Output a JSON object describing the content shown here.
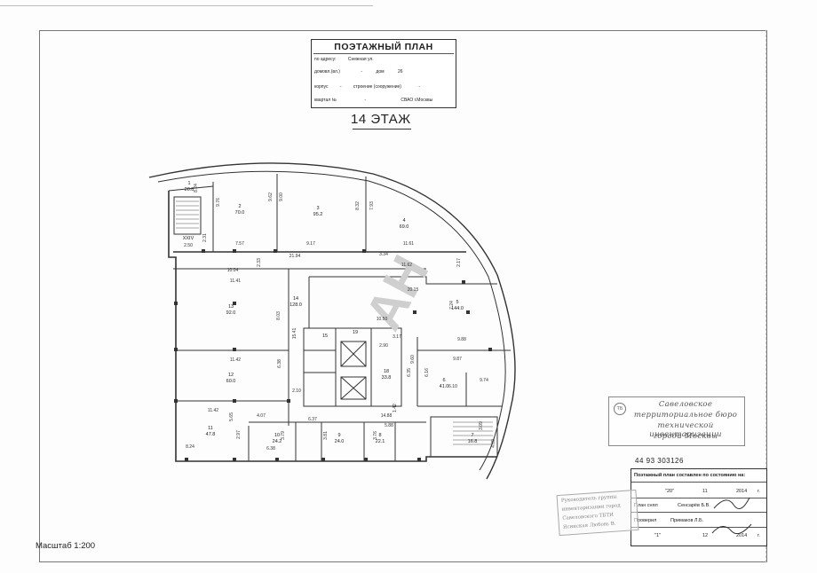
{
  "title_block": {
    "heading": "ПОЭТАЖНЫЙ ПЛАН",
    "address_label": "по адресу:",
    "address_value": "Снежная ул.",
    "house_label": "домовл.(вл.)",
    "house_value": "-",
    "dom_label": "дом",
    "dom_value": "26",
    "korpus_label": "корпус",
    "korpus_value": "-",
    "stroenie_label": "строение (сооружение)",
    "stroenie_value": "-",
    "kvartal_label": "квартал №",
    "kvartal_value": "-",
    "district": "СВАО г.Москвы"
  },
  "floor_label": "14 ЭТАЖ",
  "watermark": "АН",
  "rooms": [
    {
      "num": "1",
      "area": "20.8"
    },
    {
      "num": "2",
      "area": "70.0"
    },
    {
      "num": "3",
      "area": "95.2"
    },
    {
      "num": "4",
      "area": "69.0"
    },
    {
      "num": "5",
      "area": "144.0"
    },
    {
      "num": "6",
      "area": "41.0"
    },
    {
      "num": "7",
      "area": "16.8"
    },
    {
      "num": "8",
      "area": "22.1"
    },
    {
      "num": "9",
      "area": "24.0"
    },
    {
      "num": "10",
      "area": "24.2"
    },
    {
      "num": "11",
      "area": "47.8"
    },
    {
      "num": "12",
      "area": "60.0"
    },
    {
      "num": "13",
      "area": "92.0"
    },
    {
      "num": "14",
      "area": "128.0"
    },
    {
      "num": "15",
      "area": ""
    },
    {
      "num": "18",
      "area": "33.8"
    },
    {
      "num": "19",
      "area": ""
    },
    {
      "num": "XXIV",
      "area": ""
    }
  ],
  "dimensions": [
    "8.24",
    "9.76",
    "9.62",
    "9.00",
    "8.32",
    "7.93",
    "7.57",
    "9.17",
    "11.61",
    "2.50",
    "2.31",
    "2.33",
    "21.94",
    "3.34",
    "2.17",
    "10.04",
    "11.62",
    "11.41",
    "20.15",
    "8.03",
    "15.41",
    "10.50",
    "7.24",
    "3.17",
    "2.90",
    "9.88",
    "11.42",
    "6.38",
    "9.60",
    "9.87",
    "6.35",
    "6.16",
    "6.10",
    "9.74",
    "2.10",
    "1.42",
    "6.37",
    "5.88",
    "14.88",
    "11.42",
    "5.65",
    "4.07",
    "2.97",
    "3.79",
    "3.81",
    "3.76",
    "8.24",
    "6.38",
    "3.09",
    "4.09"
  ],
  "scale": "Масштаб 1:200",
  "bti_stamp": {
    "seal": "ТБ",
    "lines": [
      "Савеловское",
      "территориальное бюро",
      "технической инвентаризации",
      "города Москвы"
    ]
  },
  "inventory_number": "44 93 303126",
  "compiled_table": {
    "header": "Поэтажный план составлен по состоянию на:",
    "date1_day": "\"20\"",
    "date1_month": "11",
    "date1_year": "2014",
    "year_suffix": "г.",
    "plan_taken_label": "План снял",
    "plan_taken_name": "Сенсарёв Б.В.",
    "checked_label": "Проверил",
    "checked_name": "Примаков Л.Б.",
    "date2_day": "\"1\"",
    "date2_month": "12",
    "date2_year": "2014"
  },
  "rect_stamp": {
    "lines": [
      "Руководитель группы",
      "инвентаризации город",
      "Савеловского ТБТИ",
      "Ясинская Любовь В."
    ]
  }
}
